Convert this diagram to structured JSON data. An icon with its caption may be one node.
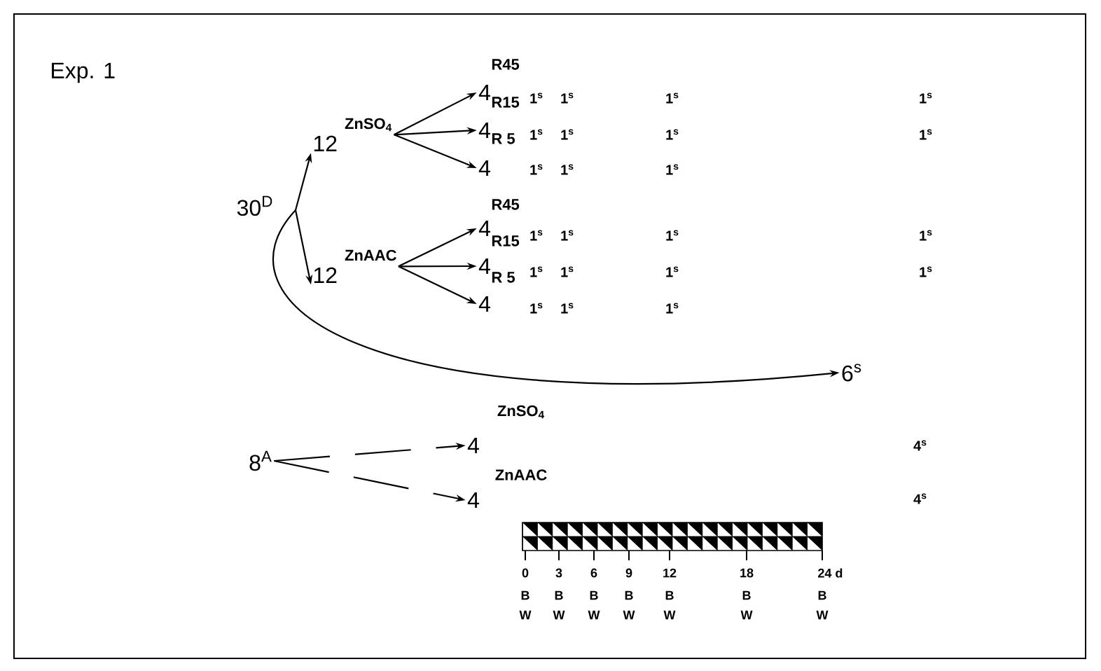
{
  "diagram": {
    "nodes": [
      {
        "text": [
          "30$^{D}$"
        ]
      },
      {
        "text": [
          "12"
        ],
        "beside": [
          "ZnSO$_{4}$"
        ]
      },
      {
        "text": [
          "12"
        ],
        "beside": [
          "ZnAAC"
        ]
      },
      {
        "text": [
          "4"
        ]
      },
      {
        "text": [
          "4"
        ]
      },
      {
        "text": [
          "4"
        ]
      },
      {
        "text": [
          "4"
        ]
      },
      {
        "text": [
          "4"
        ]
      },
      {
        "text": [
          "4"
        ]
      },
      {
        "text": [
          "6$^{s}$"
        ]
      },
      {
        "text": [
          "8$^{A}$"
        ]
      },
      {
        "text": [
          "4"
        ]
      },
      {
        "text": [
          "4"
        ]
      }
    ],
    "edges": [
      {
        "from": 0,
        "to": 1,
        "arrow": "to"
      },
      {
        "from": 0,
        "to": 2,
        "arrow": "to"
      },
      {
        "from": 0,
        "to": 9,
        "arrow": "to"
      },
      {
        "from": 1,
        "to": 3,
        "arrow": "to"
      },
      {
        "from": 1,
        "to": 4,
        "arrow": "to"
      },
      {
        "from": 1,
        "to": 5,
        "arrow": "to"
      },
      {
        "from": 2,
        "to": 6,
        "arrow": "to"
      },
      {
        "from": 2,
        "to": 7,
        "arrow": "to"
      },
      {
        "from": 2,
        "to": 8,
        "arrow": "to"
      },
      {
        "from": 10,
        "to": 11,
        "arrow": "to",
        "style": "dashed"
      },
      {
        "from": 10,
        "to": 12,
        "arrow": "to",
        "style": "dashed"
      }
    ],
    "labels": [
      "Exp. 1",
      "R45",
      "R15",
      "R 5",
      "1$^{s}$",
      "1$^{s}$",
      "1$^{s}$",
      "1$^{s}$",
      "1$^{s}$",
      "1$^{s}$",
      "1$^{s}$",
      "1$^{s}$",
      "1$^{s}$",
      "1$^{s}$",
      "1$^{s}$",
      "R45",
      "R15",
      "R 5",
      "1$^{s}$",
      "1$^{s}$",
      "1$^{s}$",
      "1$^{s}$",
      "1$^{s}$",
      "1$^{s}$",
      "1$^{s}$",
      "1$^{s}$",
      "1$^{s}$",
      "1$^{s}$",
      "1$^{s}$",
      "ZnSO$_{4}$",
      "4$^{s}$",
      "ZnAAC",
      "4$^{s}$",
      "0",
      "3",
      "6",
      "9",
      "12",
      "18",
      "24 d",
      "B",
      "B",
      "B",
      "B",
      "B",
      "B",
      "B",
      "W",
      "W",
      "W",
      "W",
      "W",
      "W",
      "W"
    ]
  }
}
